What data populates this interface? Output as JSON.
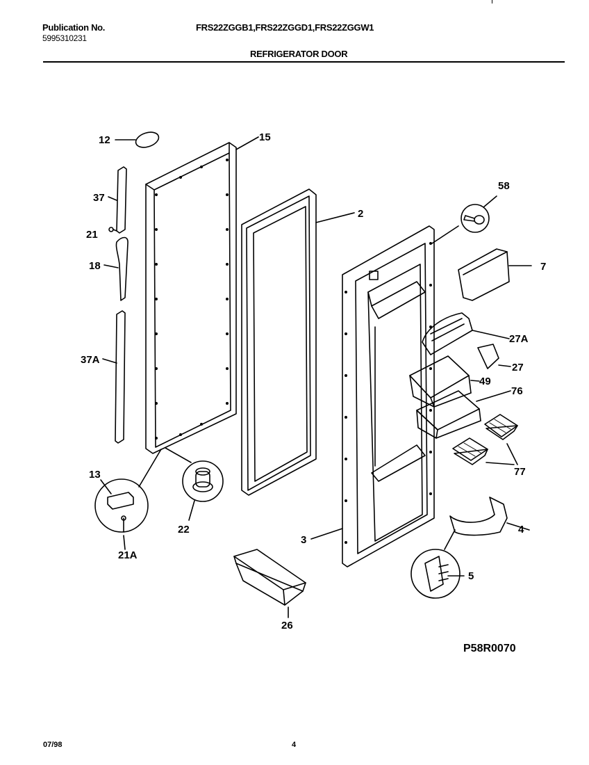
{
  "header": {
    "publication_label": "Publication No.",
    "publication_number": "5995310231",
    "models": "FRS22ZGGB1,FRS22ZGGD1,FRS22ZGGW1",
    "section_title": "REFRIGERATOR DOOR"
  },
  "drawing_code": "P58R0070",
  "footer": {
    "date": "07/98",
    "page": "4"
  },
  "parts": {
    "p12": "12",
    "p15": "15",
    "p37": "37",
    "p21": "21",
    "p18": "18",
    "p37A": "37A",
    "p13": "13",
    "p21A": "21A",
    "p22": "22",
    "p2": "2",
    "p58": "58",
    "p7": "7",
    "p27A": "27A",
    "p27": "27",
    "p49": "49",
    "p76": "76",
    "p77": "77",
    "p4": "4",
    "p3": "3",
    "p5": "5",
    "p26": "26"
  }
}
